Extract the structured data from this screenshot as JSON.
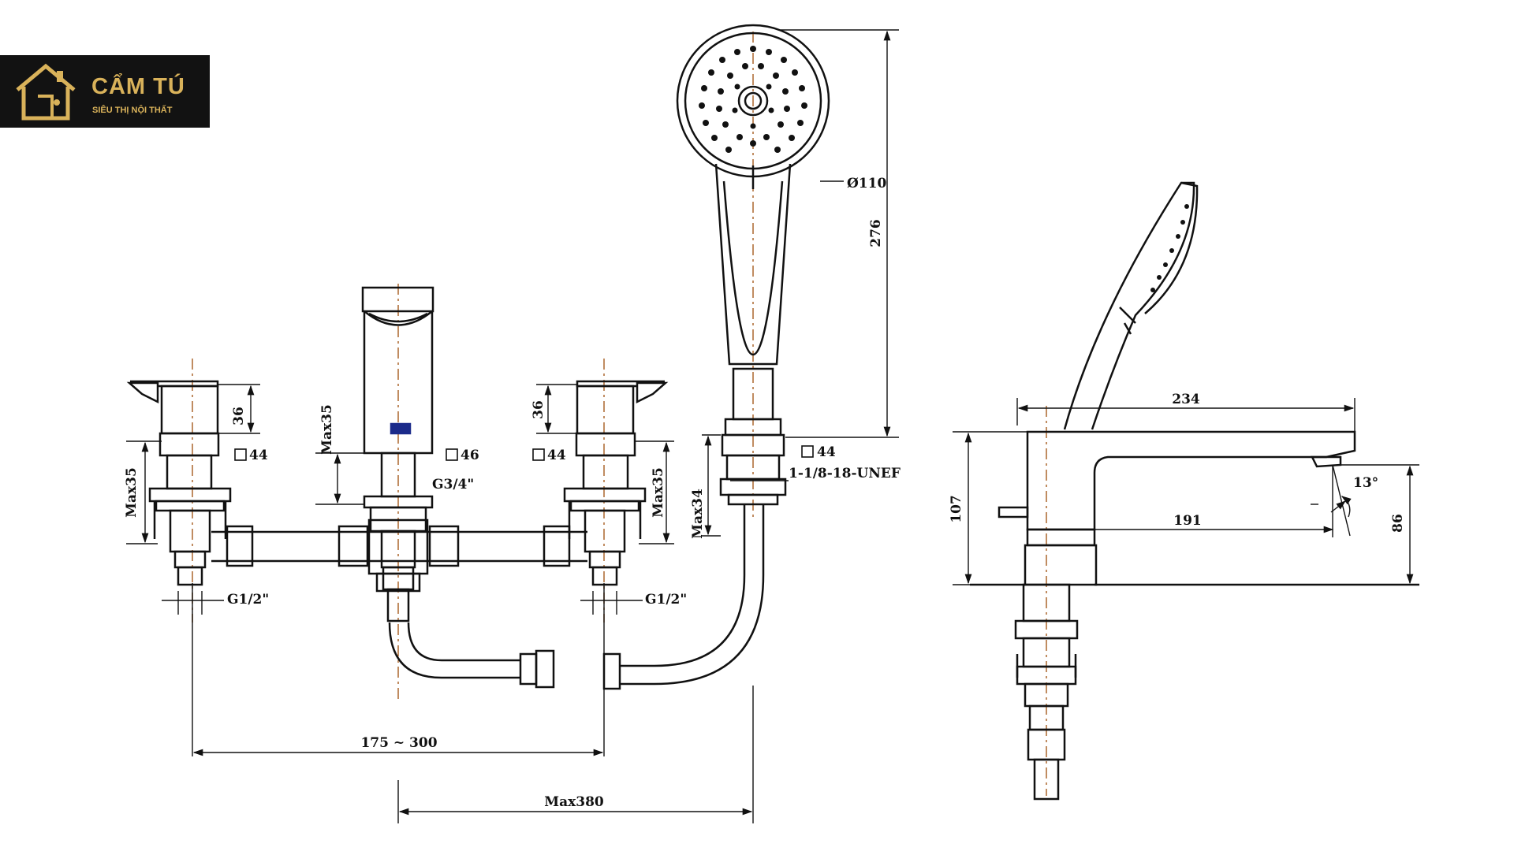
{
  "logo": {
    "brand": "CẨM TÚ",
    "tagline": "SIÊU THỊ NỘI THẤT"
  },
  "colors": {
    "line": "#111111",
    "centerline": "#b0703a",
    "logo_bg": "#121212",
    "logo_gold": "#d9b25a"
  },
  "front_view": {
    "handle_left_height": "36",
    "handle_left_square": "44",
    "handle_left_max": "Max35",
    "spout_max": "Max35",
    "spout_square": "46",
    "spout_thread": "G3/4\"",
    "handle_right_square": "44",
    "handle_right_height": "36",
    "handle_right_max": "Max35",
    "shower_holder_square": "44",
    "shower_holder_thread": "1-1/8-18-UNEF",
    "shower_holder_max": "Max34",
    "inlet_left_thread": "G1/2\"",
    "inlet_right_thread": "G1/2\"",
    "center_distance": "175 ~ 300",
    "max_distance": "Max380",
    "shower_head_diameter": "Ø110",
    "hand_shower_length": "276"
  },
  "side_view": {
    "spout_length": "234",
    "spout_reach": "191",
    "body_height": "107",
    "outlet_height": "86",
    "outlet_angle": "13°"
  }
}
